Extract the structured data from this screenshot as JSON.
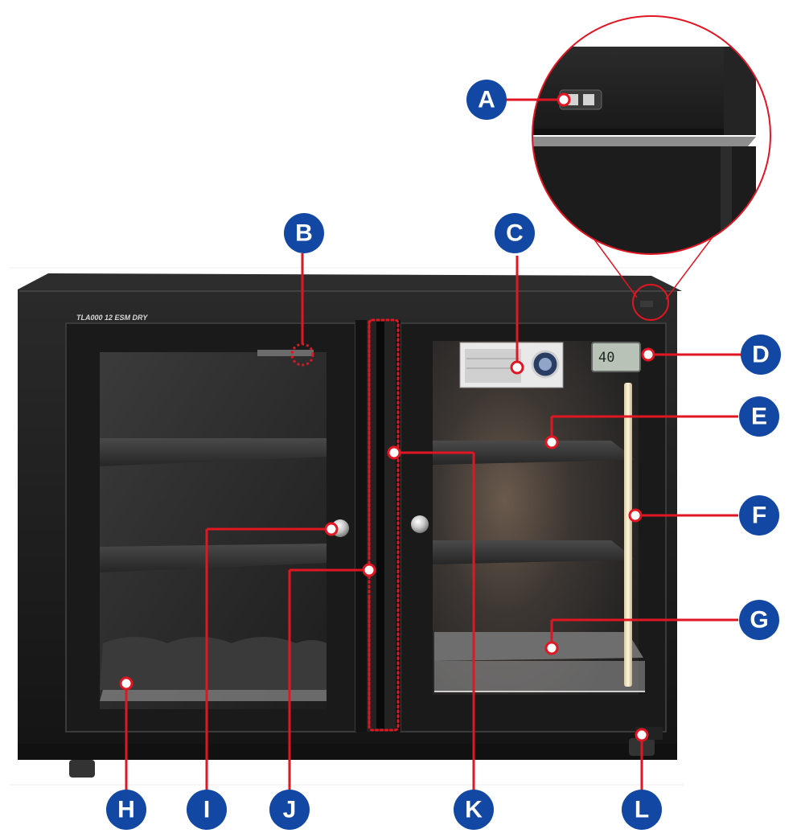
{
  "cabinet": {
    "brand_label": "TLA000 12 ESM DRY",
    "display_reading": "40"
  },
  "labels": [
    {
      "id": "A",
      "part": "power-socket"
    },
    {
      "id": "B",
      "part": "interior-light"
    },
    {
      "id": "C",
      "part": "dehumidifier-module"
    },
    {
      "id": "D",
      "part": "hygrometer-display"
    },
    {
      "id": "E",
      "part": "shelf"
    },
    {
      "id": "F",
      "part": "led-strip"
    },
    {
      "id": "G",
      "part": "bottom-tray"
    },
    {
      "id": "H",
      "part": "lens-holder-tray"
    },
    {
      "id": "I",
      "part": "door-knob"
    },
    {
      "id": "J",
      "part": "magnetic-seal"
    },
    {
      "id": "K",
      "part": "door-gasket"
    },
    {
      "id": "L",
      "part": "adjustable-foot"
    }
  ],
  "colors": {
    "badge": "#1248a3",
    "callout": "#e01622",
    "cabinet": "#1e1e1e"
  }
}
